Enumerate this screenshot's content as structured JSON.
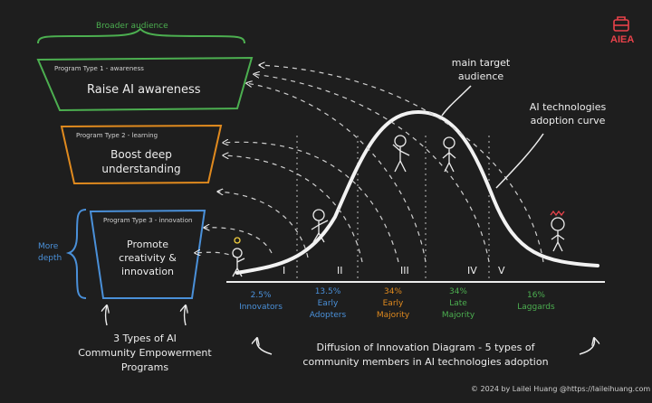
{
  "funnel": {
    "top_label": "Broader audience",
    "side_label_line1": "More",
    "side_label_line2": "depth",
    "levels": [
      {
        "type_label": "Program Type 1 - awareness",
        "title_line1": "Raise AI awareness",
        "title_line2": "",
        "title_line3": "",
        "color": "#4caf50"
      },
      {
        "type_label": "Program Type 2 - learning",
        "title_line1": "Boost deep",
        "title_line2": "understanding",
        "title_line3": "",
        "color": "#e08a1e"
      },
      {
        "type_label": "Program Type 3 - innovation",
        "title_line1": "Promote",
        "title_line2": "creativity &",
        "title_line3": "innovation",
        "color": "#4a90d9"
      }
    ],
    "caption_line1": "3 Types of AI",
    "caption_line2": "Community Empowerment",
    "caption_line3": "Programs"
  },
  "curve": {
    "annotation_target_line1": "main target",
    "annotation_target_line2": "audience",
    "annotation_curve_line1": "AI technologies",
    "annotation_curve_line2": "adoption curve",
    "roman": [
      "I",
      "II",
      "III",
      "IV",
      "V"
    ],
    "segments": [
      {
        "pct": "2.5%",
        "name_line1": "Innovators",
        "name_line2": "",
        "color": "#4a90d9"
      },
      {
        "pct": "13.5%",
        "name_line1": "Early",
        "name_line2": "Adopters",
        "color": "#4a90d9"
      },
      {
        "pct": "34%",
        "name_line1": "Early",
        "name_line2": "Majority",
        "color": "#e08a1e"
      },
      {
        "pct": "34%",
        "name_line1": "Late",
        "name_line2": "Majority",
        "color": "#4caf50"
      },
      {
        "pct": "16%",
        "name_line1": "Laggards",
        "name_line2": "",
        "color": "#4caf50"
      }
    ],
    "caption_line1": "Diffusion of Innovation Diagram - 5 types of",
    "caption_line2": "community members in AI technologies adoption"
  },
  "logo": {
    "text": "AIEA",
    "color": "#e8424a"
  },
  "footer": "© 2024 by Lailei Huang @https://laileihuang.com"
}
